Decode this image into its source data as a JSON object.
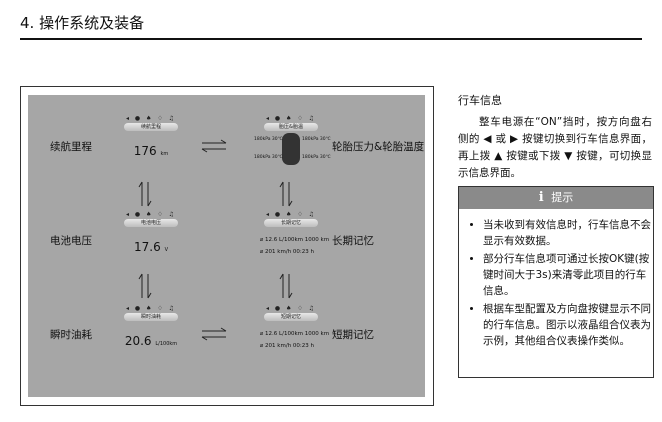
{
  "header": {
    "title": "4. 操作系统及装备"
  },
  "figure": {
    "labels": {
      "range": "续航里程",
      "tire": "轮胎压力&轮胎温度",
      "voltage": "电池电压",
      "long_term": "长期记忆",
      "fuel": "瞬时油耗",
      "short_term": "短期记忆"
    },
    "icon_strip": "◂ ● ♠ ♢ ♫",
    "screens": {
      "range": {
        "title": "续航里程",
        "value": "176",
        "unit": "km"
      },
      "voltage": {
        "title": "电池电压",
        "value": "17.6",
        "unit": "V"
      },
      "fuel": {
        "title": "瞬时油耗",
        "value": "20.6",
        "unit": "L/100km"
      },
      "tire": {
        "title": "胎压&胎温",
        "fl": "180kPa 30℃",
        "fr": "180kPa 30℃",
        "rl": "180kPa 30℃",
        "rr": "180kPa 30℃"
      },
      "long_term": {
        "title": "长期记忆",
        "line1": "⌀ 12.6 L/100km   1000 km",
        "line2": "⌀ 201 km/h   00:23 h"
      },
      "short_term": {
        "title": "短期记忆",
        "line1": "⌀ 12.6 L/100km   1000 km",
        "line2": "⌀ 201 km/h   00:23 h"
      }
    }
  },
  "info": {
    "title": "行车信息",
    "paragraph": "整车电源在“ON”挡时，按方向盘右侧的 ◀ 或 ▶ 按键切换到行车信息界面，再上拨 ▲ 按键或下拨 ▼ 按键，可切换显示信息界面。"
  },
  "note": {
    "icon": "i",
    "title": "提示",
    "items": [
      "当未收到有效信息时，行车信息不会显示有效数据。",
      "部分行车信息项可通过长按OK键(按键时间大于3s)来清零此项目的行车信息。",
      "根据车型配置及方向盘按键显示不同的行车信息。图示以液晶组合仪表为示例，其他组合仪表操作类似。"
    ]
  }
}
